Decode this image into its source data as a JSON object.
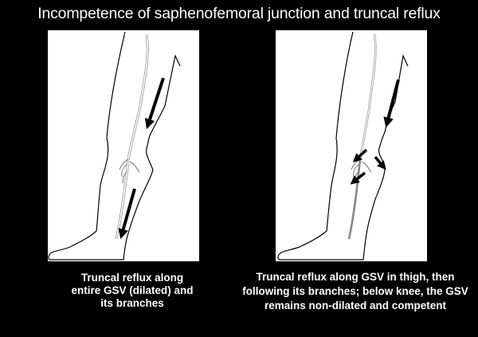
{
  "title": "Incompetence of saphenofemoral junction and truncal reflux",
  "panels": [
    {
      "caption": "Truncal reflux along entire GSV (dilated) and its branches"
    },
    {
      "caption": "Truncal reflux along GSV in thigh, then following its branches; below knee, the GSV remains non-dilated and competent"
    }
  ]
}
